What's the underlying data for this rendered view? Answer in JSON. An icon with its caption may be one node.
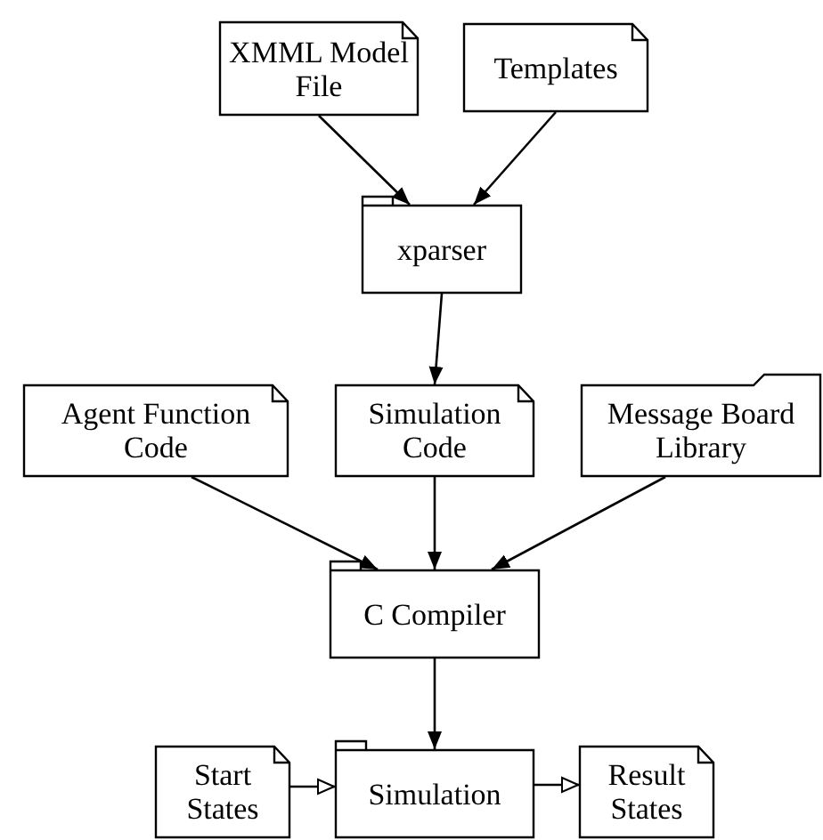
{
  "diagram": {
    "nodes": [
      {
        "text": [
          "XMML Model File"
        ]
      },
      {
        "text": [
          "Templates"
        ]
      },
      {
        "text": [
          "xparser"
        ]
      },
      {
        "text": [
          "Agent Function Code"
        ]
      },
      {
        "text": [
          "Simulation Code"
        ]
      },
      {
        "text": [
          "Message Board Library"
        ]
      },
      {
        "text": [
          "C Compiler"
        ]
      },
      {
        "text": [
          "Start States"
        ]
      },
      {
        "text": [
          "Simulation"
        ]
      },
      {
        "text": [
          "Result States"
        ]
      }
    ],
    "edges": [
      {
        "from": 0,
        "to": 2,
        "arrow": "to"
      },
      {
        "from": 1,
        "to": 2,
        "arrow": "to"
      },
      {
        "from": 2,
        "to": 4,
        "arrow": "to"
      },
      {
        "from": 3,
        "to": 6,
        "arrow": "to"
      },
      {
        "from": 4,
        "to": 6,
        "arrow": "to"
      },
      {
        "from": 5,
        "to": 6,
        "arrow": "to"
      },
      {
        "from": 6,
        "to": 8,
        "arrow": "to"
      },
      {
        "from": 7,
        "to": 8,
        "arrow": "to"
      },
      {
        "from": 8,
        "to": 9,
        "arrow": "to"
      }
    ]
  }
}
